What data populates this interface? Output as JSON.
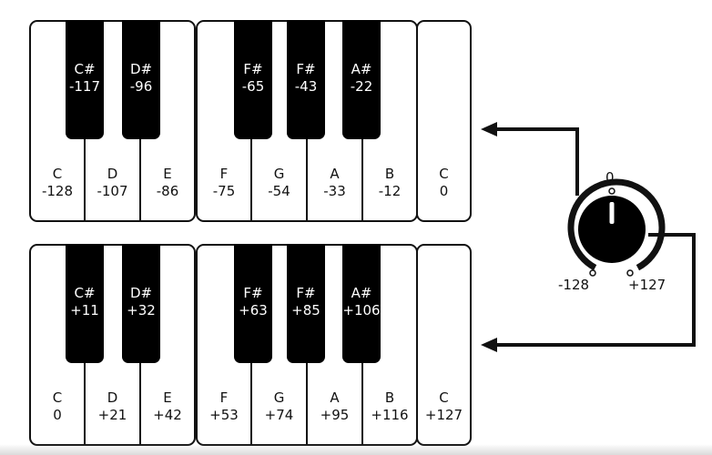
{
  "knob": {
    "center_label": "0",
    "min_label": "-128",
    "max_label": "+127",
    "icon": "knob-icon"
  },
  "keyboard_top": {
    "white_keys": [
      {
        "note": "C",
        "value": "-128"
      },
      {
        "note": "D",
        "value": "-107"
      },
      {
        "note": "E",
        "value": "-86"
      },
      {
        "note": "F",
        "value": "-75"
      },
      {
        "note": "G",
        "value": "-54"
      },
      {
        "note": "A",
        "value": "-33"
      },
      {
        "note": "B",
        "value": "-12"
      },
      {
        "note": "C",
        "value": "0"
      }
    ],
    "black_keys": [
      {
        "note": "C#",
        "value": "-117"
      },
      {
        "note": "D#",
        "value": "-96"
      },
      {
        "note": "F#",
        "value": "-65"
      },
      {
        "note": "F#",
        "value": "-43"
      },
      {
        "note": "A#",
        "value": "-22"
      }
    ]
  },
  "keyboard_bottom": {
    "white_keys": [
      {
        "note": "C",
        "value": "0"
      },
      {
        "note": "D",
        "value": "+21"
      },
      {
        "note": "E",
        "value": "+42"
      },
      {
        "note": "F",
        "value": "+53"
      },
      {
        "note": "G",
        "value": "+74"
      },
      {
        "note": "A",
        "value": "+95"
      },
      {
        "note": "B",
        "value": "+116"
      },
      {
        "note": "C",
        "value": "+127"
      }
    ],
    "black_keys": [
      {
        "note": "C#",
        "value": "+11"
      },
      {
        "note": "D#",
        "value": "+32"
      },
      {
        "note": "F#",
        "value": "+63"
      },
      {
        "note": "F#",
        "value": "+85"
      },
      {
        "note": "A#",
        "value": "+106"
      }
    ]
  },
  "colors": {
    "ink": "#111111",
    "white_key": "#ffffff",
    "black_key": "#000000"
  }
}
